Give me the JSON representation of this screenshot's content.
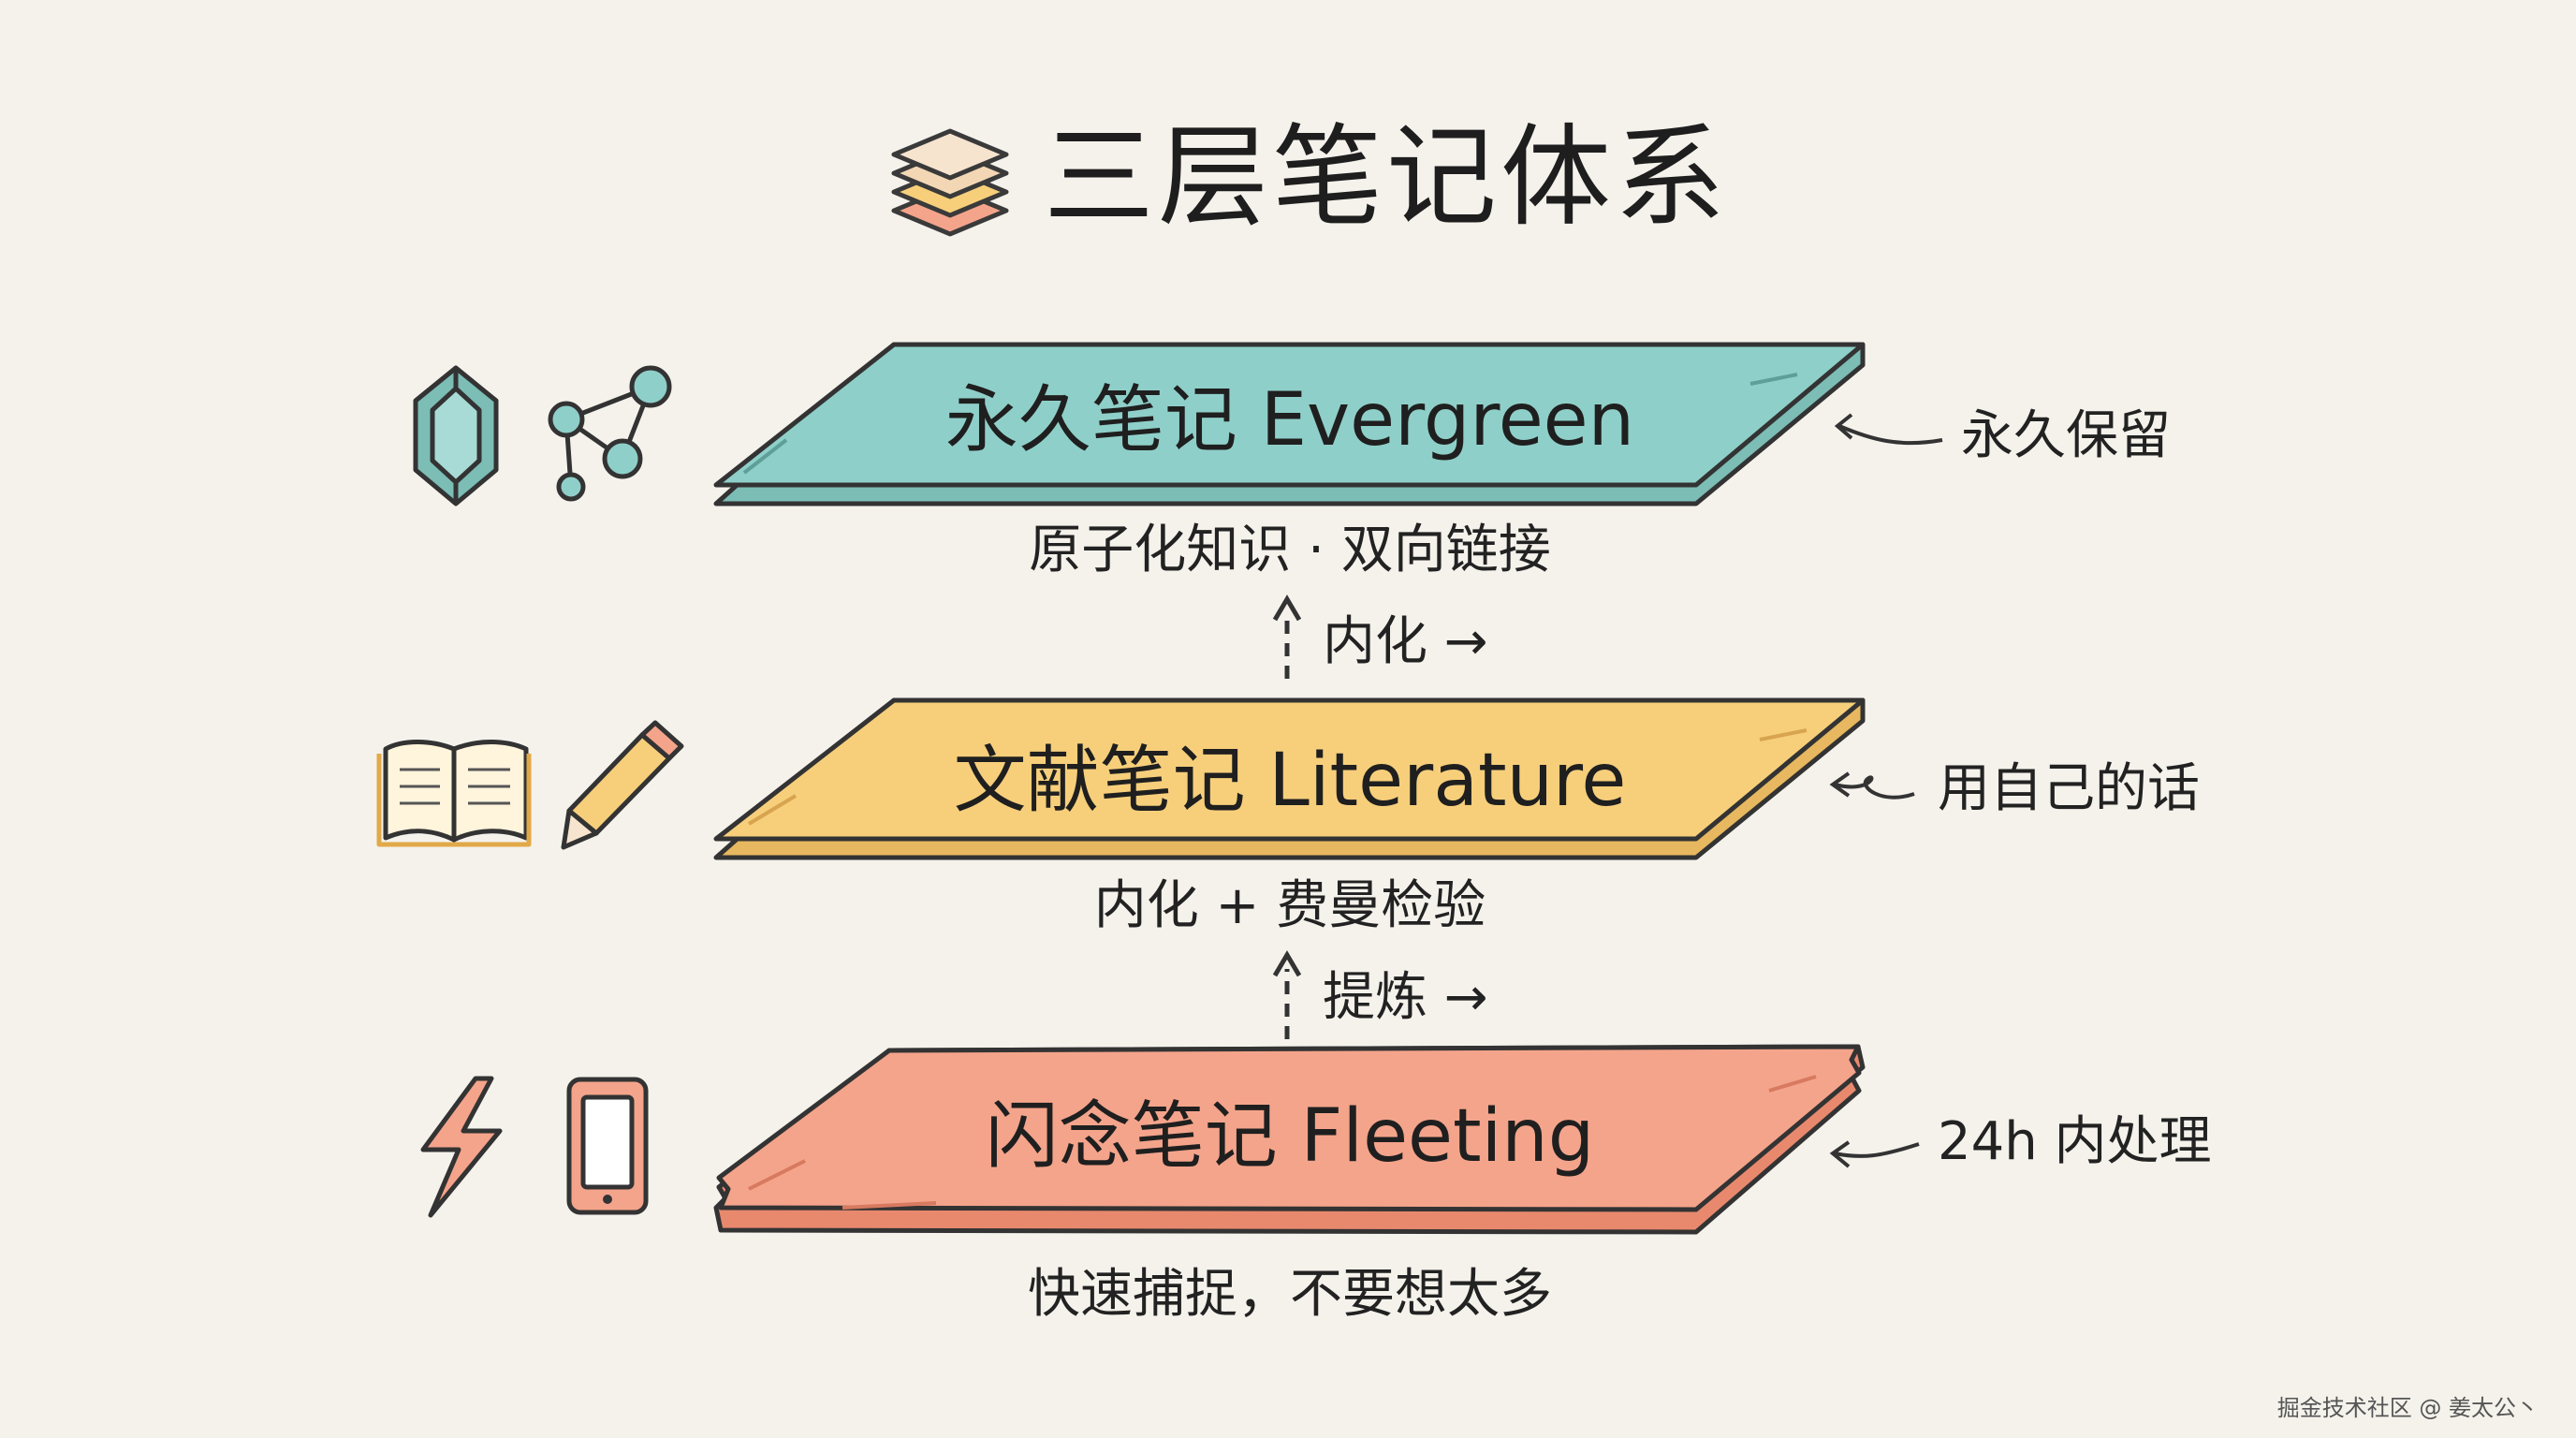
{
  "title": "三层笔记体系",
  "layers": [
    {
      "label": "永久笔记 Evergreen",
      "subtitle": "原子化知识 · 双向链接",
      "note": "永久保留",
      "color": "#8fcfc9",
      "icons": [
        "gem-icon",
        "network-nodes-icon"
      ]
    },
    {
      "label": "文献笔记 Literature",
      "subtitle": "内化 + 费曼检验",
      "note": "用自己的话",
      "color": "#f7cf7b",
      "icons": [
        "open-book-icon",
        "pencil-icon"
      ]
    },
    {
      "label": "闪念笔记 Fleeting",
      "subtitle": "快速捕捉，不要想太多",
      "note": "24h 内处理",
      "color": "#f4a48b",
      "icons": [
        "lightning-icon",
        "phone-icon"
      ]
    }
  ],
  "steps": [
    "内化 →",
    "提炼 →"
  ],
  "credit": "掘金技术社区 @ 姜太公丶"
}
